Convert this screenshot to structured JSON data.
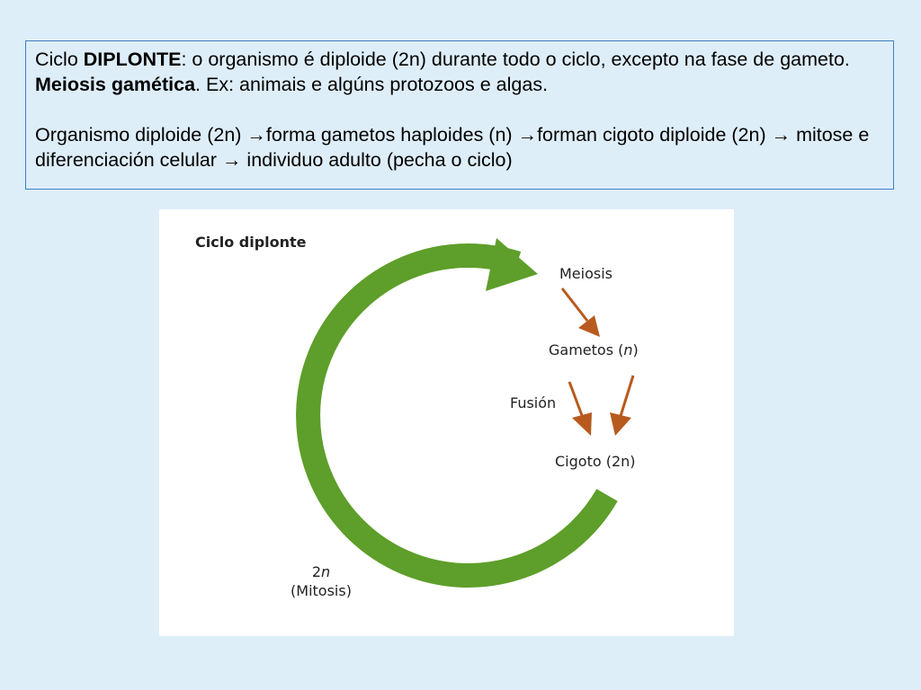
{
  "text": {
    "p1_a": "Ciclo ",
    "p1_b": "DIPLONTE",
    "p1_c": ": o organismo é diploide (2n) durante todo o ciclo, excepto na fase de gameto. ",
    "p1_d": "Meiosis gamética",
    "p1_e": ". Ex: animais e algúns protozoos e algas.",
    "p2_a": "Organismo diploide (2n) ",
    "p2_b": "forma gametos haploides (n) ",
    "p2_c": "forman cigoto diploide (2n) ",
    "p2_d": " mitose e diferenciación celular ",
    "p2_e": " individuo adulto (pecha o ciclo)",
    "arrow": "→"
  },
  "diagram": {
    "title": "Ciclo diplonte",
    "meiosis": "Meiosis",
    "gametos": "Gametos (",
    "gametos_n": "n",
    "gametos_close": ")",
    "fusion": "Fusión",
    "cigoto": "Cigoto (2n)",
    "mitosis_2": "2",
    "mitosis_n": "n",
    "mitosis": "(Mitosis)",
    "colors": {
      "cycle": "#5e9e2a",
      "arrows": "#b85a1e"
    }
  }
}
